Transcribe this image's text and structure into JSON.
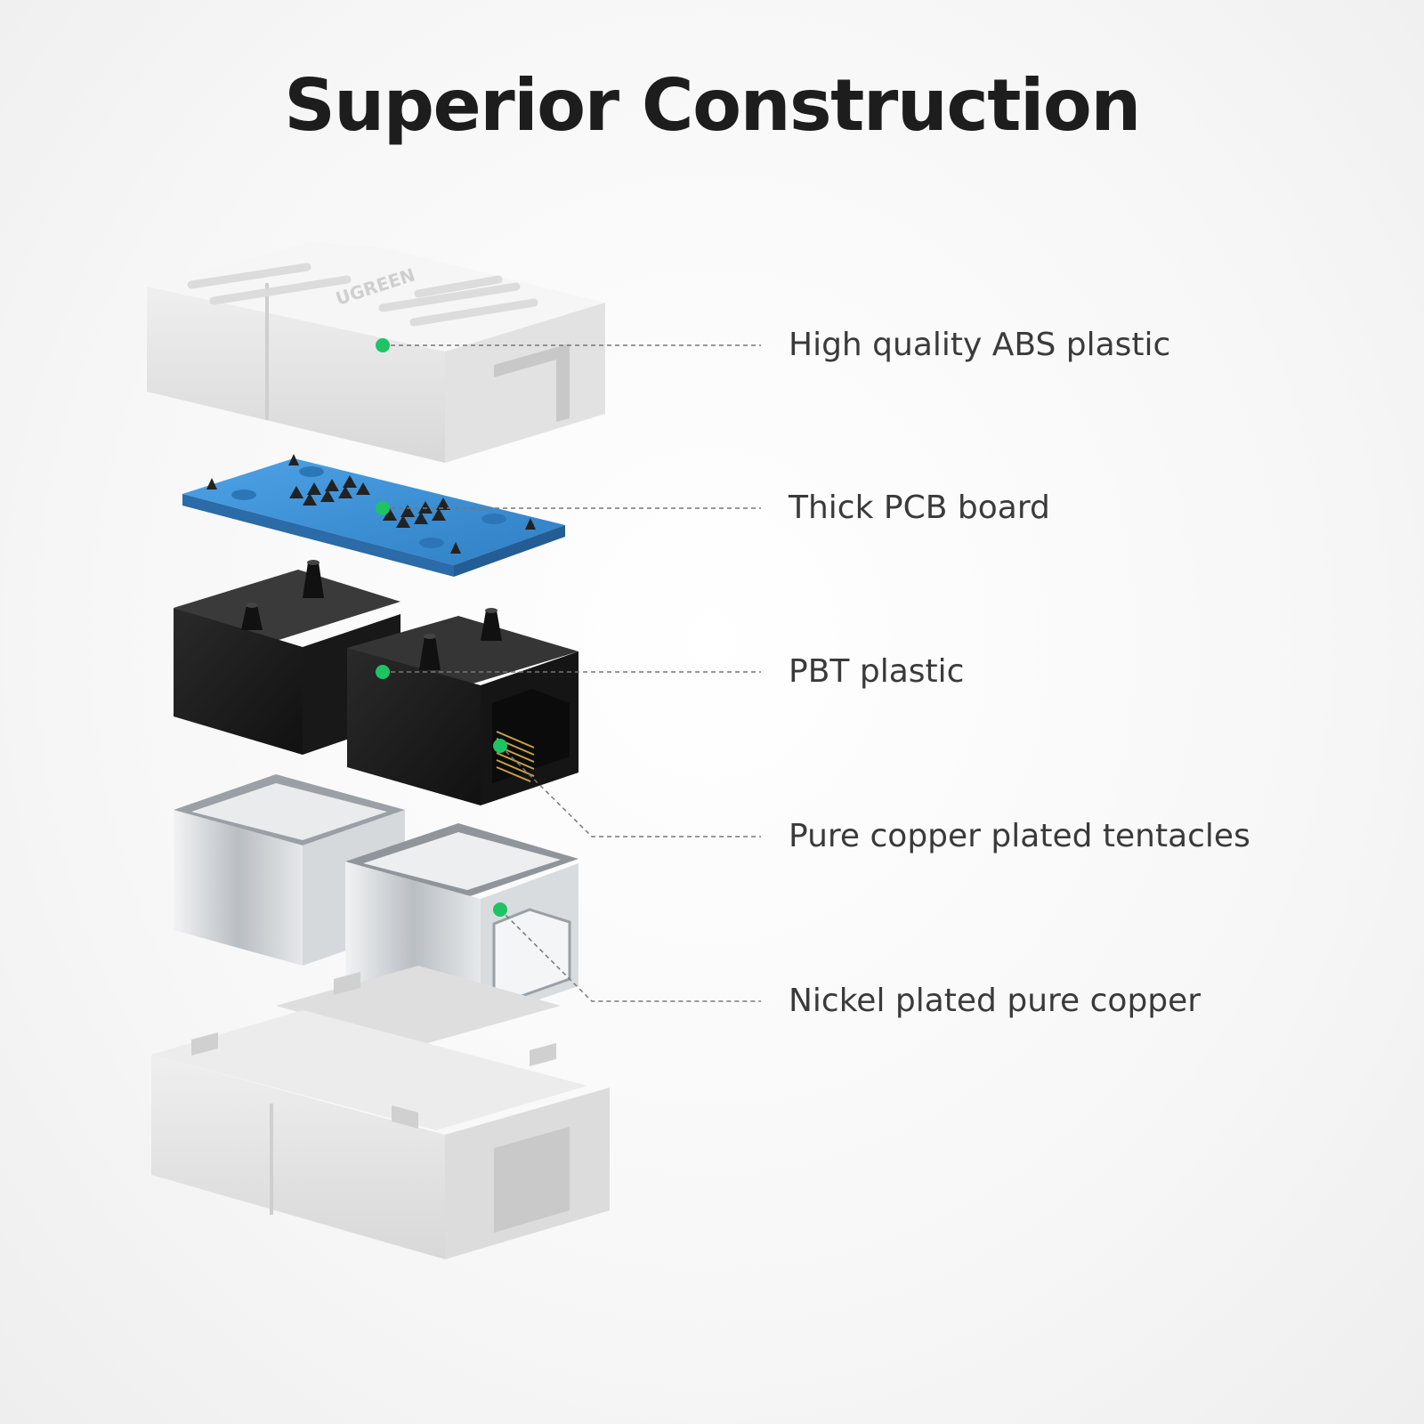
{
  "title": "Superior Construction",
  "brand": "UGREEN",
  "labels": [
    "High quality ABS plastic",
    "Thick PCB board",
    "PBT plastic",
    "Pure copper plated tentacles",
    "Nickel plated pure copper"
  ],
  "colors": {
    "marker": "#1ec463",
    "pcb": "#3d8fd6",
    "housing": "#e9e9e9",
    "pbt": "#1e1e1e",
    "shield": "#c9cdd1"
  }
}
